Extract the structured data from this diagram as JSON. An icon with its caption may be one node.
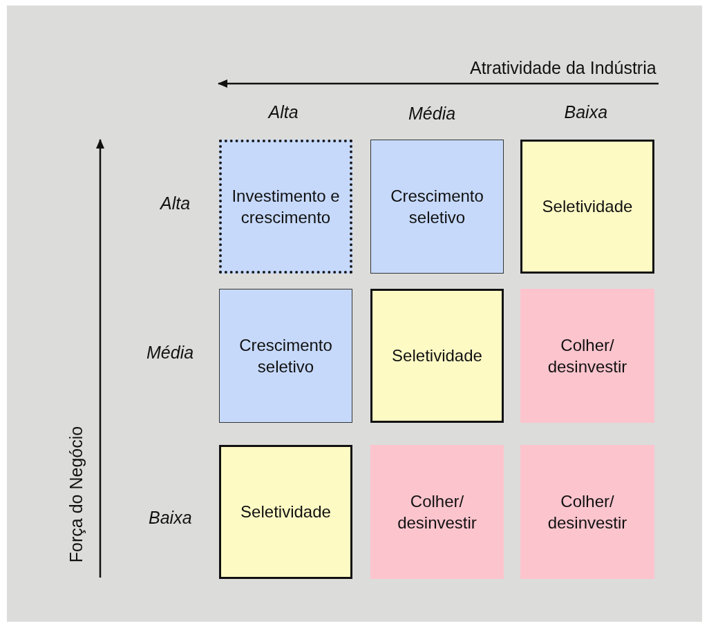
{
  "diagram": {
    "nodes": [
      {
        "text": [
          "Investimento e crescimento"
        ]
      },
      {
        "text": [
          "Crescimento seletivo"
        ]
      },
      {
        "text": [
          "Seletividade"
        ]
      },
      {
        "text": [
          "Crescimento seletivo"
        ]
      },
      {
        "text": [
          "Seletividade"
        ]
      },
      {
        "text": [
          "Colher/ desinvestir"
        ]
      },
      {
        "text": [
          "Seletividade"
        ]
      },
      {
        "text": [
          "Colher/ desinvestir"
        ]
      },
      {
        "text": [
          "Colher/ desinvestir"
        ]
      }
    ],
    "edges": [],
    "labels": [
      "Atratividade da Indústria",
      "Alta",
      "Média",
      "Baixa",
      "Alta",
      "Média",
      "Baixa",
      "Força do Negócio"
    ]
  }
}
